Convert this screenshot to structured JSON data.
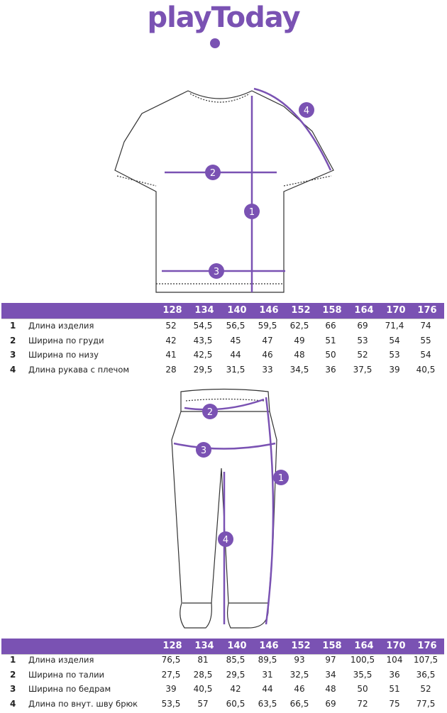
{
  "brand": {
    "logo_text": "playToday",
    "accent": "#7a52b3"
  },
  "sizes": [
    "128",
    "134",
    "140",
    "146",
    "152",
    "158",
    "164",
    "170",
    "176"
  ],
  "top": {
    "markers": [
      "1",
      "2",
      "3",
      "4"
    ],
    "rows": [
      {
        "n": "1",
        "label": "Длина изделия",
        "values": [
          "52",
          "54,5",
          "56,5",
          "59,5",
          "62,5",
          "66",
          "69",
          "71,4",
          "74"
        ]
      },
      {
        "n": "2",
        "label": "Ширина по груди",
        "values": [
          "42",
          "43,5",
          "45",
          "47",
          "49",
          "51",
          "53",
          "54",
          "55"
        ]
      },
      {
        "n": "3",
        "label": "Ширина по низу",
        "values": [
          "41",
          "42,5",
          "44",
          "46",
          "48",
          "50",
          "52",
          "53",
          "54"
        ]
      },
      {
        "n": "4",
        "label": "Длина рукава с плечом",
        "values": [
          "28",
          "29,5",
          "31,5",
          "33",
          "34,5",
          "36",
          "37,5",
          "39",
          "40,5"
        ]
      }
    ]
  },
  "bottom": {
    "markers": [
      "1",
      "2",
      "3",
      "4"
    ],
    "rows": [
      {
        "n": "1",
        "label": "Длина изделия",
        "values": [
          "76,5",
          "81",
          "85,5",
          "89,5",
          "93",
          "97",
          "100,5",
          "104",
          "107,5"
        ]
      },
      {
        "n": "2",
        "label": "Ширина по талии",
        "values": [
          "27,5",
          "28,5",
          "29,5",
          "31",
          "32,5",
          "34",
          "35,5",
          "36",
          "36,5"
        ]
      },
      {
        "n": "3",
        "label": "Ширина по бедрам",
        "values": [
          "39",
          "40,5",
          "42",
          "44",
          "46",
          "48",
          "50",
          "51",
          "52"
        ]
      },
      {
        "n": "4",
        "label": "Длина по внут. шву брюк",
        "values": [
          "53,5",
          "57",
          "60,5",
          "63,5",
          "66,5",
          "69",
          "72",
          "75",
          "77,5"
        ]
      }
    ]
  }
}
